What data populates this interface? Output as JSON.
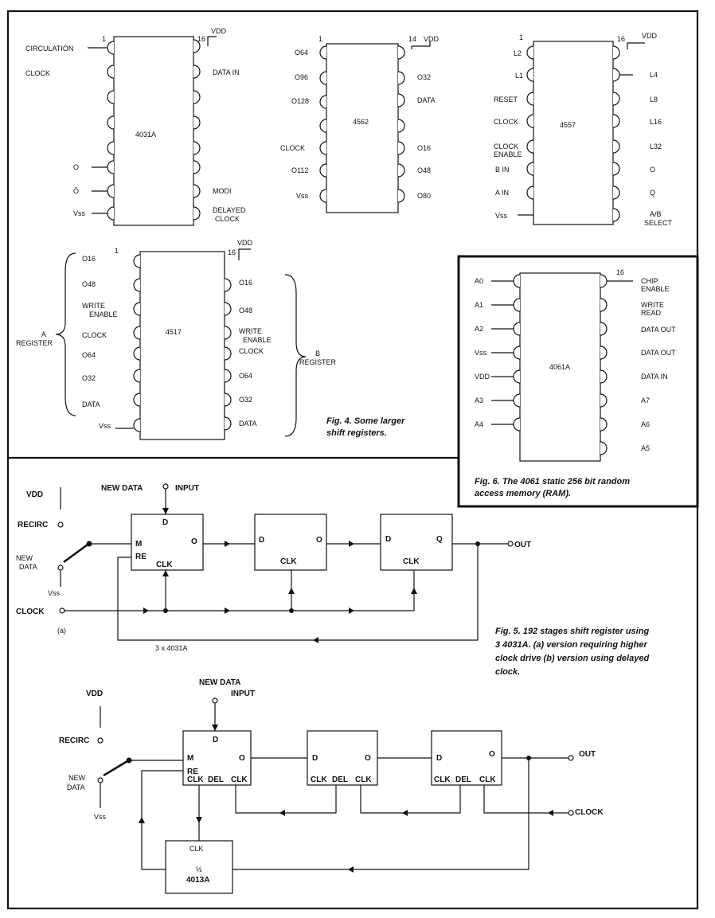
{
  "fig4": {
    "caption": [
      "Fig. 4. Some larger",
      "shift registers."
    ],
    "chips": [
      {
        "part": "4031A",
        "pin_first": "1",
        "pin_last": "16",
        "supply": "VDD",
        "left": [
          "CIRCULATION",
          "CLOCK",
          "",
          "",
          "",
          "",
          "O",
          "Ō",
          "Vss"
        ],
        "right": [
          "DATA IN",
          "",
          "",
          "",
          "",
          "",
          "",
          "MODI",
          "DELAYED",
          "CLOCK"
        ]
      },
      {
        "part": "4562",
        "pin_first": "1",
        "pin_last": "14",
        "supply": "VDD",
        "left": [
          "O64",
          "O96",
          "O128",
          "",
          "CLOCK",
          "O112",
          "Vss"
        ],
        "right": [
          "",
          "O32",
          "DATA",
          "",
          "O16",
          "O48",
          "O80"
        ]
      },
      {
        "part": "4557",
        "pin_first": "1",
        "pin_last": "16",
        "supply": "VDD",
        "left": [
          "L2",
          "L1",
          "RESET",
          "CLOCK",
          "CLOCK",
          "ENABLE",
          "B IN",
          "A IN",
          "Vss"
        ],
        "right": [
          "L4",
          "L8",
          "L16",
          "L32",
          "O",
          "Q",
          "A/B",
          "SELECT"
        ]
      },
      {
        "part": "4517",
        "pin_first": "1",
        "pin_last": "16",
        "supply": "VDD",
        "left": [
          "O16",
          "O48",
          "WRITE",
          "ENABLE",
          "CLOCK",
          "O64",
          "O32",
          "DATA",
          "Vss"
        ],
        "right": [
          "O16",
          "O48",
          "WRITE",
          "ENABLE",
          "CLOCK",
          "O64",
          "O32",
          "DATA"
        ],
        "group_a": [
          "A",
          "REGISTER"
        ],
        "group_b": [
          "B",
          "REGISTER"
        ]
      }
    ]
  },
  "fig6": {
    "caption": [
      "Fig. 6. The 4061 static 256 bit random",
      "access memory (RAM)."
    ],
    "part": "4061A",
    "pin_last": "16",
    "left": [
      "A0",
      "A1",
      "A2",
      "Vss",
      "VDD",
      "A3",
      "A4"
    ],
    "right": [
      "CHIP",
      "ENABLE",
      "WRITE",
      "READ",
      "DATA OUT",
      "DATA OUT",
      "DATA IN",
      "A7",
      "A6",
      "A5"
    ]
  },
  "fig5": {
    "caption": [
      "Fig. 5. 192 stages shift register using",
      "3 4031A. (a) version requiring higher",
      "clock drive (b) version using delayed",
      "clock."
    ],
    "a": {
      "vdd": "VDD",
      "recirc": "RECIRC",
      "new_data": [
        "NEW",
        "DATA"
      ],
      "vss": "Vss",
      "clock": "CLOCK",
      "label": "(a)",
      "count": "3 x 4031A",
      "input": "INPUT",
      "new_data_top": "NEW DATA",
      "out": "OUT",
      "pins": {
        "d": "D",
        "m": "M",
        "re": "RE",
        "clk": "CLK",
        "o": "O",
        "q": "Q"
      }
    },
    "b": {
      "vdd": "VDD",
      "recirc": "RECIRC",
      "new_data": [
        "NEW",
        "DATA"
      ],
      "vss": "Vss",
      "new_data_top": [
        "NEW DATA",
        "INPUT"
      ],
      "out": "OUT",
      "clock": "CLOCK",
      "pins": {
        "d": "D",
        "m": "M",
        "re": "RE",
        "clk": "CLK",
        "del": "DEL",
        "o": "O"
      },
      "divider": {
        "clk": "CLK",
        "ratio": "½",
        "part": "4013A"
      }
    }
  }
}
